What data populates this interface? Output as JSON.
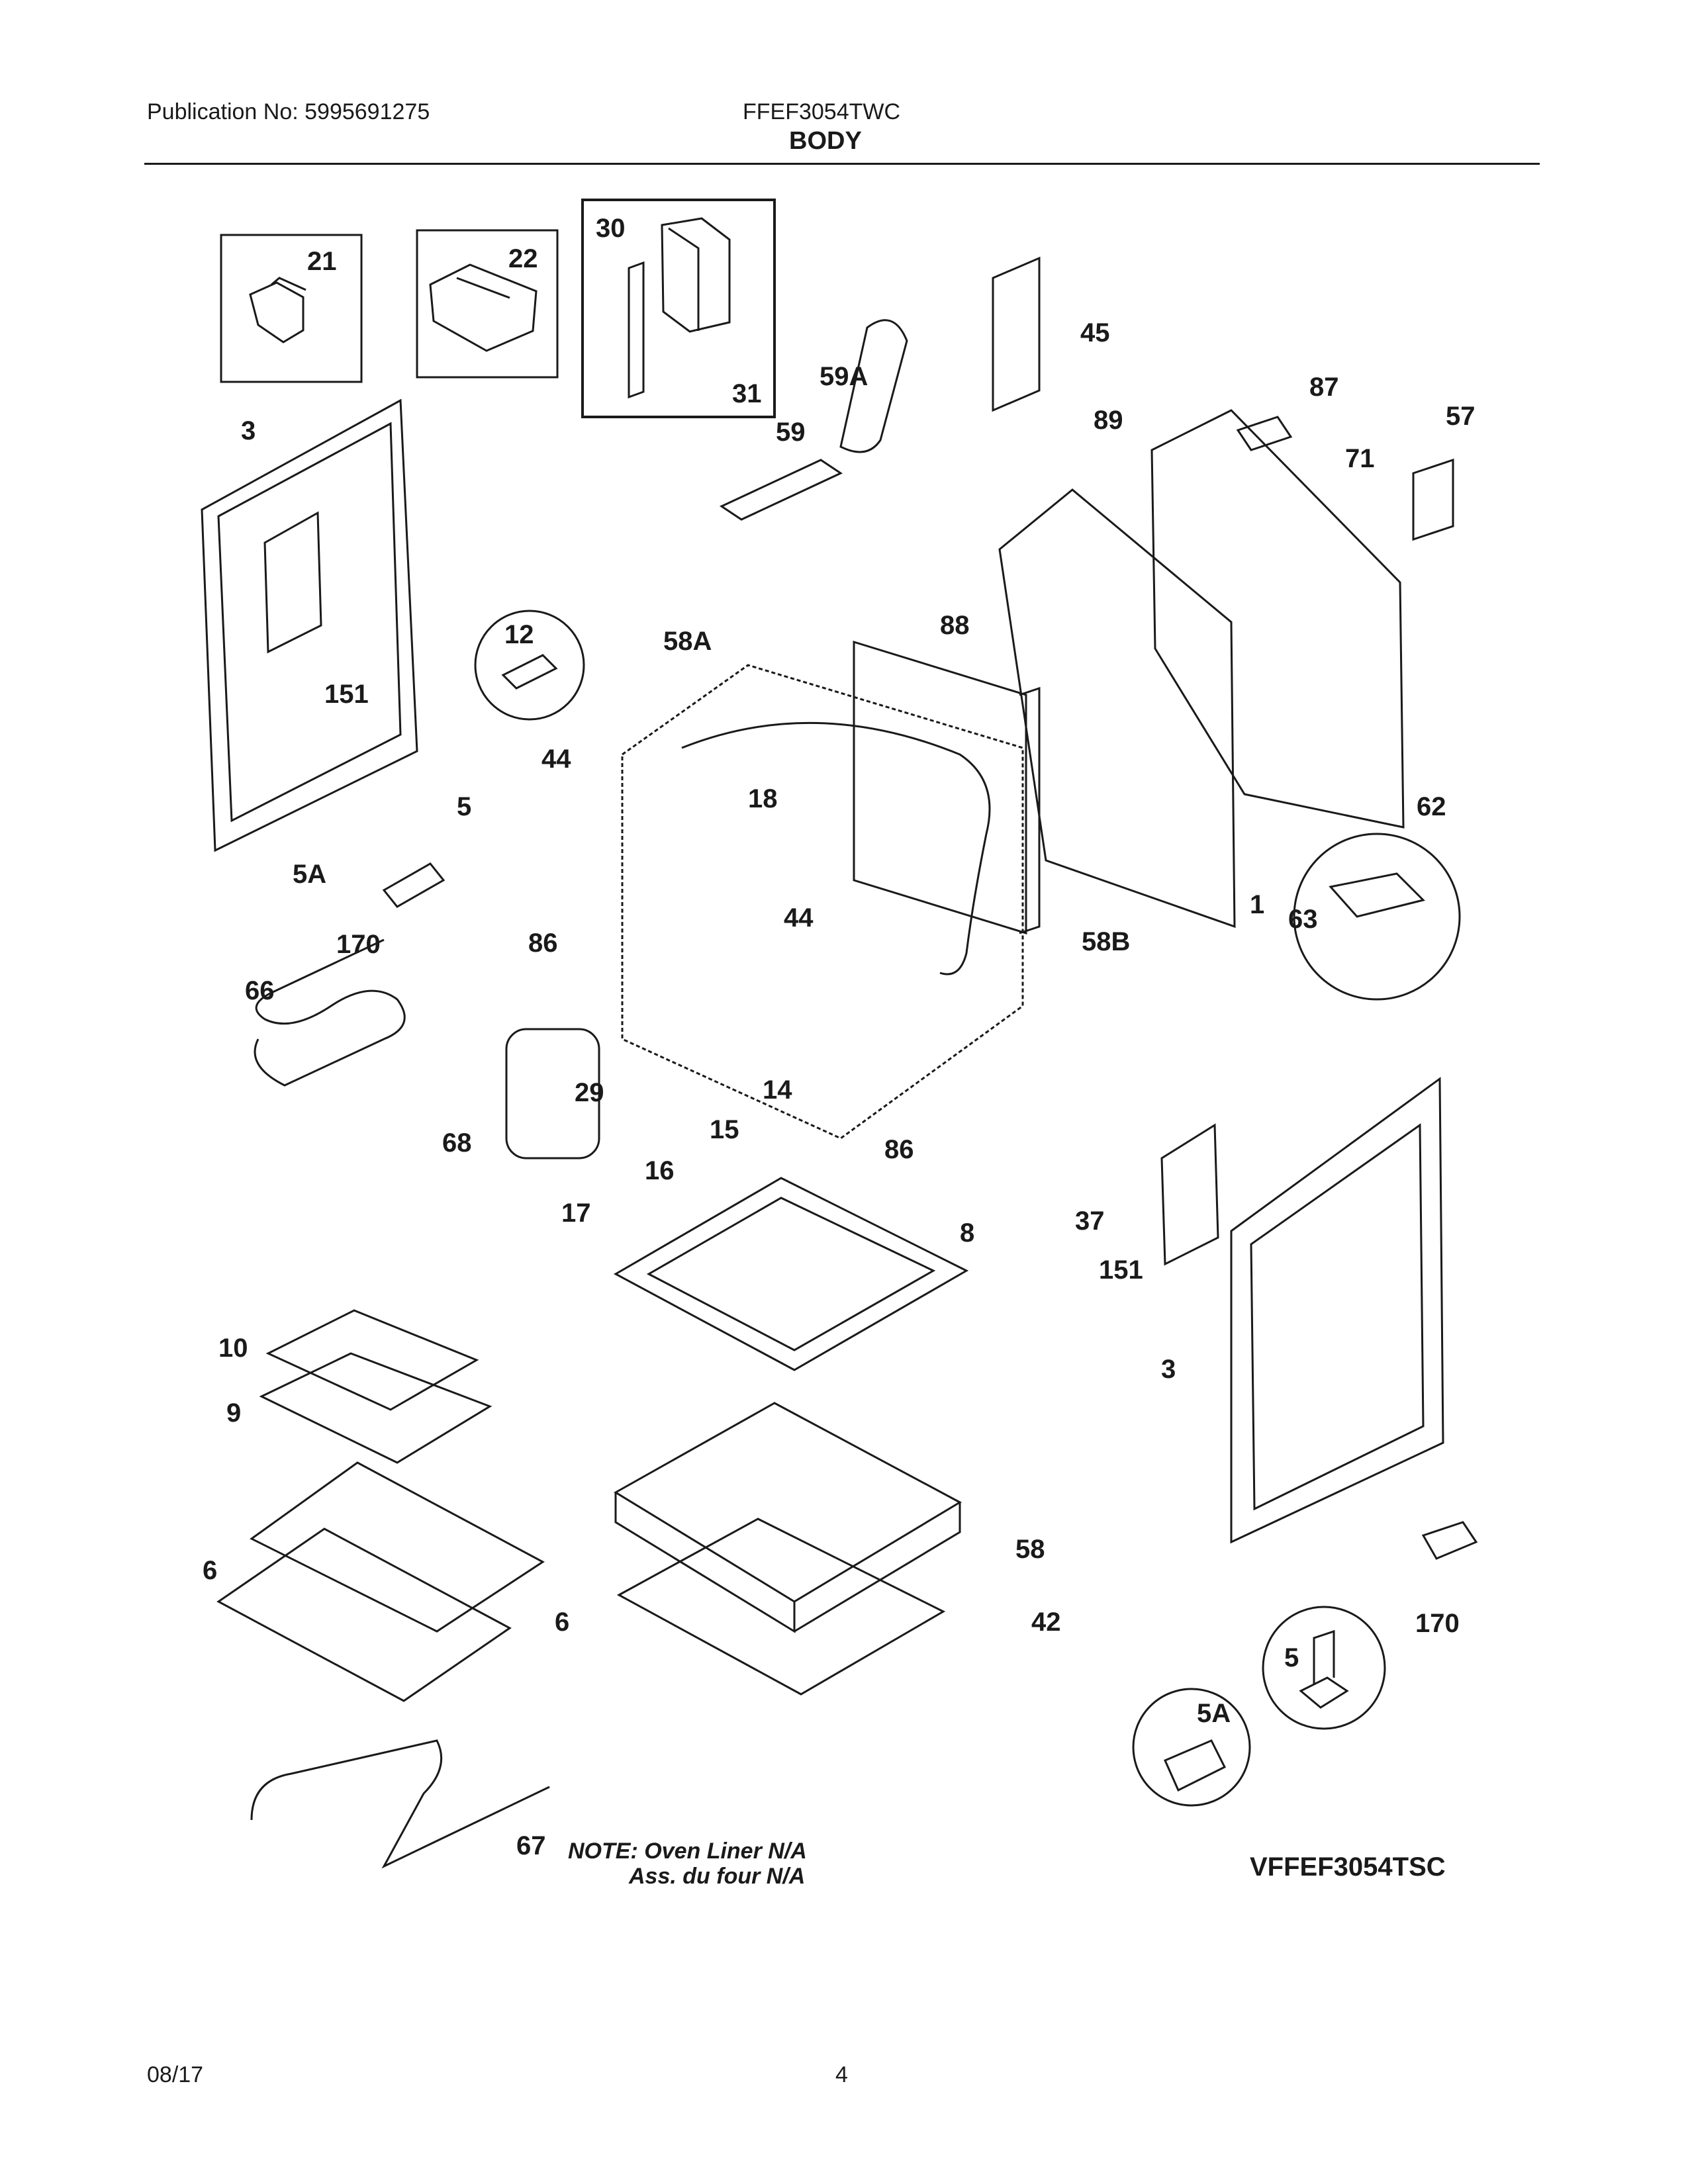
{
  "header": {
    "publication": "Publication No: 5995691275",
    "model": "FFEF3054TWC",
    "section": "BODY"
  },
  "footer": {
    "date": "08/17",
    "page": "4"
  },
  "note": {
    "line1": "NOTE: Oven Liner N/A",
    "line2": "Ass. du four N/A"
  },
  "variant_model": "VFFEF3054TSC",
  "callouts": [
    "21",
    "22",
    "30",
    "31",
    "45",
    "59A",
    "87",
    "57",
    "3",
    "59",
    "89",
    "71",
    "12",
    "58A",
    "88",
    "151",
    "44",
    "18",
    "5",
    "62",
    "5A",
    "63",
    "170",
    "86",
    "44",
    "1",
    "58B",
    "66",
    "29",
    "14",
    "15",
    "68",
    "86",
    "16",
    "17",
    "37",
    "8",
    "151",
    "10",
    "3",
    "9",
    "58",
    "6",
    "6",
    "42",
    "170",
    "5",
    "5A",
    "67"
  ]
}
